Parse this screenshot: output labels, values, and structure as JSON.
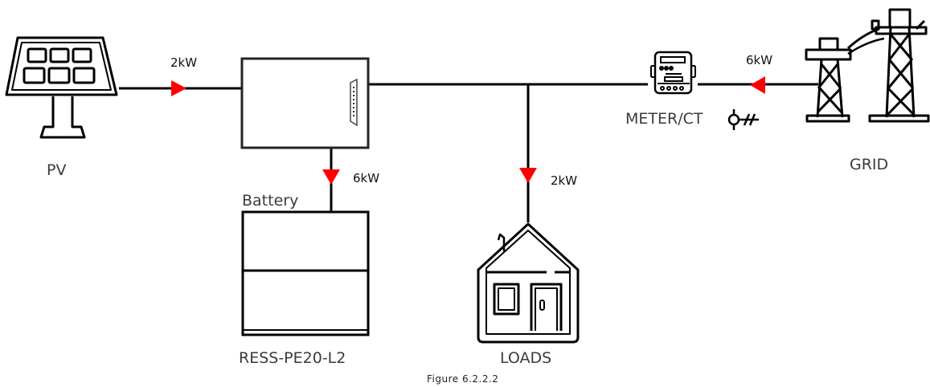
{
  "figure": {
    "caption": "Figure 6.2.2.2"
  },
  "components": {
    "pv": {
      "label": "PV"
    },
    "inverter": {
      "label": ""
    },
    "battery": {
      "title": "Battery",
      "model": "RESS-PE20-L2"
    },
    "loads": {
      "label": "LOADS"
    },
    "meter": {
      "label": "METER/CT"
    },
    "grid": {
      "label": "GRID"
    }
  },
  "flows": {
    "pv_to_inverter": {
      "value": "2kW",
      "direction": "right"
    },
    "inverter_to_battery": {
      "value": "6kW",
      "direction": "down"
    },
    "bus_to_loads": {
      "value": "2kW",
      "direction": "down"
    },
    "grid_to_bus": {
      "value": "6kW",
      "direction": "left"
    }
  },
  "colors": {
    "line": "#000000",
    "arrow": "#ff0000",
    "label": "#3f3a3a"
  }
}
